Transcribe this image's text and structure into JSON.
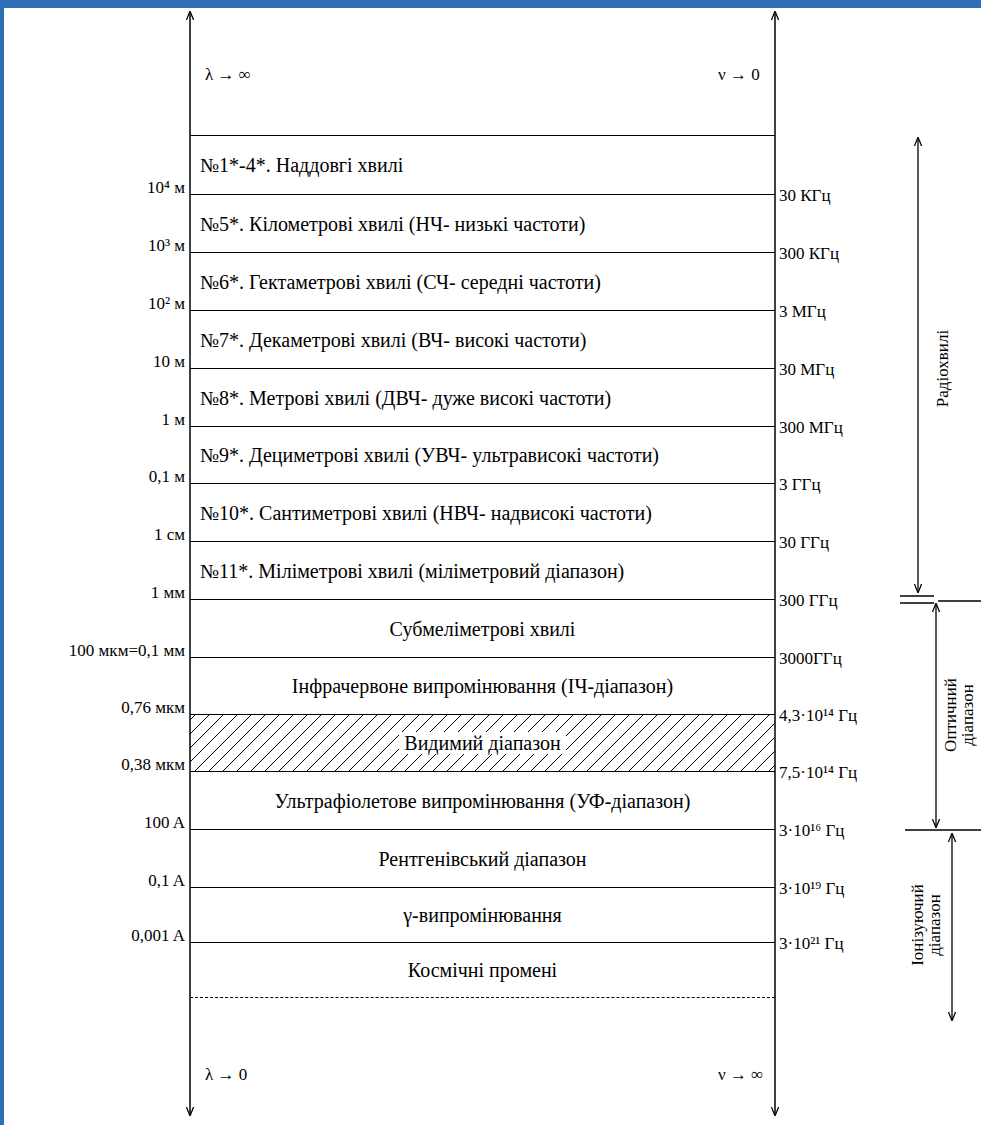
{
  "diagram": {
    "nodes": [
      {
        "text": [
          "№1*-4*. Наддовгі хвилі"
        ]
      },
      {
        "text": [
          "№5*. Кілометрові хвилі (НЧ- низькі частоти)"
        ]
      },
      {
        "text": [
          "№6*. Гектаметрові хвилі (СЧ- середні частоти)"
        ]
      },
      {
        "text": [
          "№7*. Декаметрові хвилі (ВЧ- високі частоти)"
        ]
      },
      {
        "text": [
          "№8*. Метрові хвилі (ДВЧ- дуже високі частоти)"
        ]
      },
      {
        "text": [
          "№9*. Дециметрові хвилі (УВЧ- ультрависокі частоти)"
        ]
      },
      {
        "text": [
          "№10*. Сантиметрові хвилі (НВЧ- надвисокі частоти)"
        ]
      },
      {
        "text": [
          "№11*. Міліметрові хвилі (міліметровий діапазон)"
        ]
      },
      {
        "text": [
          "Субмеліметрові хвилі"
        ]
      },
      {
        "text": [
          "Інфрачервоне випромінювання (ІЧ-діапазон)"
        ]
      },
      {
        "text": [
          "Видимий діапазон"
        ]
      },
      {
        "text": [
          "Ультрафіолетове випромінювання (УФ-діапазон)"
        ]
      },
      {
        "text": [
          "Рентгенівський діапазон"
        ]
      },
      {
        "text": [
          "γ-випромінювання"
        ]
      },
      {
        "text": [
          "Космічні промені"
        ]
      }
    ],
    "labels": [
      "λ → ∞",
      "ν → 0",
      "10⁴ м",
      "10³ м",
      "10² м",
      "10 м",
      "1 м",
      "0,1 м",
      "1 см",
      "1 мм",
      "100 мкм=0,1 мм",
      "0,76 мкм",
      "0,38 мкм",
      "100 A",
      "0,1 A",
      "0,001 A",
      "30 КГц",
      "300 КГц",
      "3 МГц",
      "30 МГц",
      "300 МГц",
      "3 ГГц",
      "30 ГГц",
      "300 ГГц",
      "3000ГГц",
      "4,3·10¹⁴ Гц",
      "7,5·10¹⁴ Гц",
      "3·10¹⁶ Гц",
      "3·10¹⁹ Гц",
      "3·10²¹ Гц",
      "Радіохвилі",
      "Оптичний діапазон",
      "Іонізуючий діапазон",
      "λ → 0",
      "ν → ∞"
    ]
  }
}
